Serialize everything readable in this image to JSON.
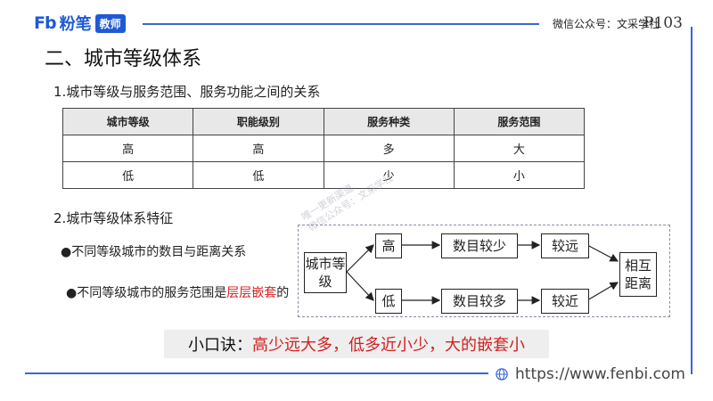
{
  "header": {
    "logo_mark": "Fb",
    "logo_text": "粉笔",
    "logo_tag": "教师",
    "wechat": "微信公众号：文采学社",
    "page_number": "P103"
  },
  "section_title": "二、城市等级体系",
  "subsection1": "1.城市等级与服务范围、服务功能之间的关系",
  "table": {
    "headers": [
      "城市等级",
      "职能级别",
      "服务种类",
      "服务范围"
    ],
    "rows": [
      [
        "高",
        "高",
        "多",
        "大"
      ],
      [
        "低",
        "低",
        "少",
        "小"
      ]
    ]
  },
  "subsection2": "2.城市等级体系特征",
  "bullets": {
    "b1": "●不同等级城市的数目与距离关系",
    "b2_prefix": "●不同等级城市的服务范围是",
    "b2_red": "层层嵌套",
    "b2_suffix": "的"
  },
  "watermark": [
    "唯一更新渠道",
    "微信公众号：文采学社"
  ],
  "diagram": {
    "start": "城市等级",
    "high": "高",
    "low": "低",
    "high_count": "数目较少",
    "low_count": "数目较多",
    "far": "较远",
    "near": "较近",
    "end": "相互距离"
  },
  "mnemonic": {
    "label": "小口诀：",
    "text": "高少远大多，低多近小少，大的嵌套小"
  },
  "footer_url": "https://www.fenbi.com",
  "colors": {
    "accent": "#3a66d6",
    "red": "#d42020"
  }
}
